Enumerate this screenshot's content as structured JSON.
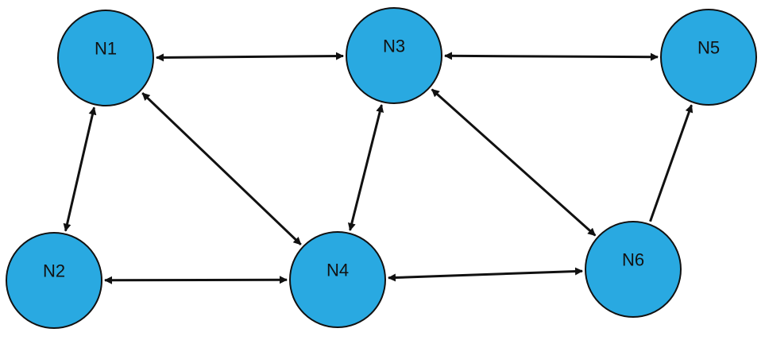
{
  "diagram": {
    "colors": {
      "node_fill": "#29a9e1",
      "node_stroke": "#111111",
      "edge": "#111111"
    },
    "nodes": [
      {
        "id": "N1",
        "label": "N1"
      },
      {
        "id": "N2",
        "label": "N2"
      },
      {
        "id": "N3",
        "label": "N3"
      },
      {
        "id": "N4",
        "label": "N4"
      },
      {
        "id": "N5",
        "label": "N5"
      },
      {
        "id": "N6",
        "label": "N6"
      }
    ],
    "edges": [
      {
        "from": "N1",
        "to": "N3",
        "direction": "both"
      },
      {
        "from": "N3",
        "to": "N5",
        "direction": "both"
      },
      {
        "from": "N1",
        "to": "N2",
        "direction": "both"
      },
      {
        "from": "N1",
        "to": "N4",
        "direction": "both"
      },
      {
        "from": "N3",
        "to": "N4",
        "direction": "both"
      },
      {
        "from": "N3",
        "to": "N6",
        "direction": "both"
      },
      {
        "from": "N2",
        "to": "N4",
        "direction": "both"
      },
      {
        "from": "N4",
        "to": "N6",
        "direction": "both"
      },
      {
        "from": "N6",
        "to": "N5",
        "direction": "forward"
      }
    ]
  }
}
